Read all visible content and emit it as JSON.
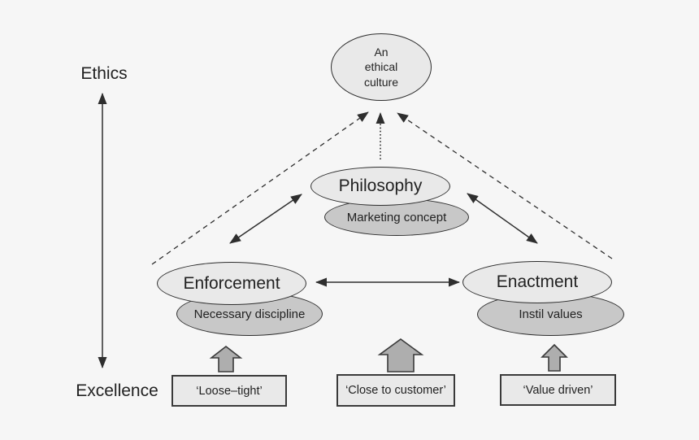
{
  "colors": {
    "background": "#f6f6f6",
    "line": "#2e2e2e",
    "text": "#222222",
    "nodeLight": "#e9e9e9",
    "nodeDark": "#c8c8c8",
    "boxFill": "#e9e9e9",
    "boxBorder": "#3a3a3a",
    "arrowFill": "#aeaeae",
    "arrowStroke": "#3a3a3a"
  },
  "axis": {
    "top_label": "Ethics",
    "bottom_label": "Excellence"
  },
  "nodes": {
    "culture": {
      "label": "An\nethical\nculture"
    },
    "philosophy": {
      "label": "Philosophy",
      "sublabel": "Marketing concept"
    },
    "enforcement": {
      "label": "Enforcement",
      "sublabel": "Necessary discipline"
    },
    "enactment": {
      "label": "Enactment",
      "sublabel": "Instil values"
    }
  },
  "boxes": [
    {
      "label": "‘Loose–tight’"
    },
    {
      "label": "‘Close to customer’"
    },
    {
      "label": "‘Value driven’"
    }
  ]
}
